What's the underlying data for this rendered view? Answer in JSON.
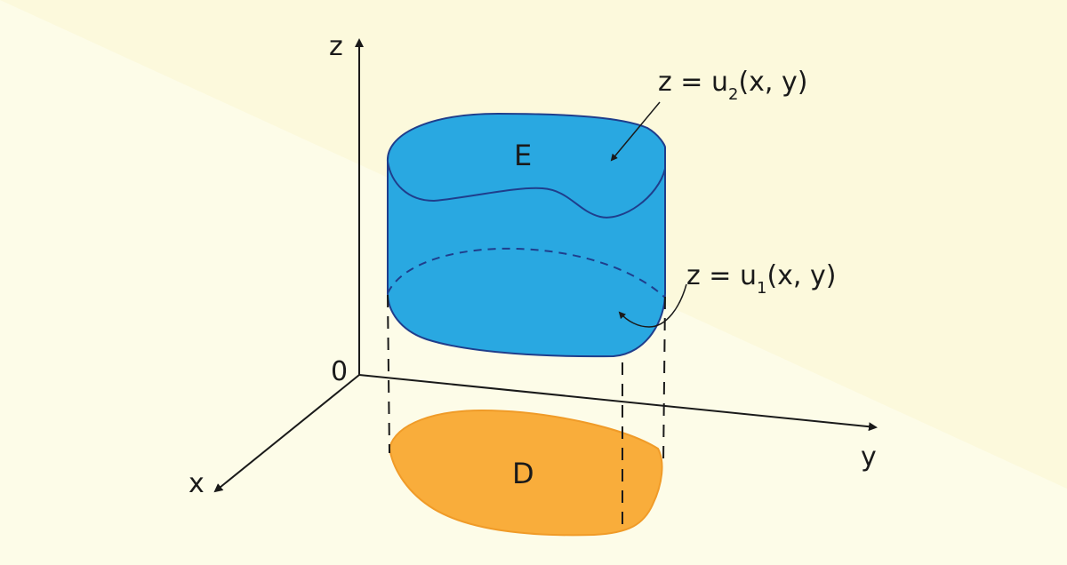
{
  "labels": {
    "axis_z": "z",
    "axis_y": "y",
    "axis_x": "x",
    "origin": "0",
    "region_e": "E",
    "region_d": "D"
  },
  "upper_surface": {
    "prefix": "z = u",
    "subscript": "2",
    "suffix": "(x, y)"
  },
  "lower_surface": {
    "prefix": "z = u",
    "subscript": "1",
    "suffix": "(x, y)"
  },
  "colors": {
    "background": "#fdfce8",
    "background_band": "#fcf9dc",
    "solid_fill": "#29a8e1",
    "solid_edge": "#1f3e8c",
    "region_fill": "#f9ad3b",
    "region_edge": "#f09b28",
    "axis": "#1a1a1a"
  }
}
